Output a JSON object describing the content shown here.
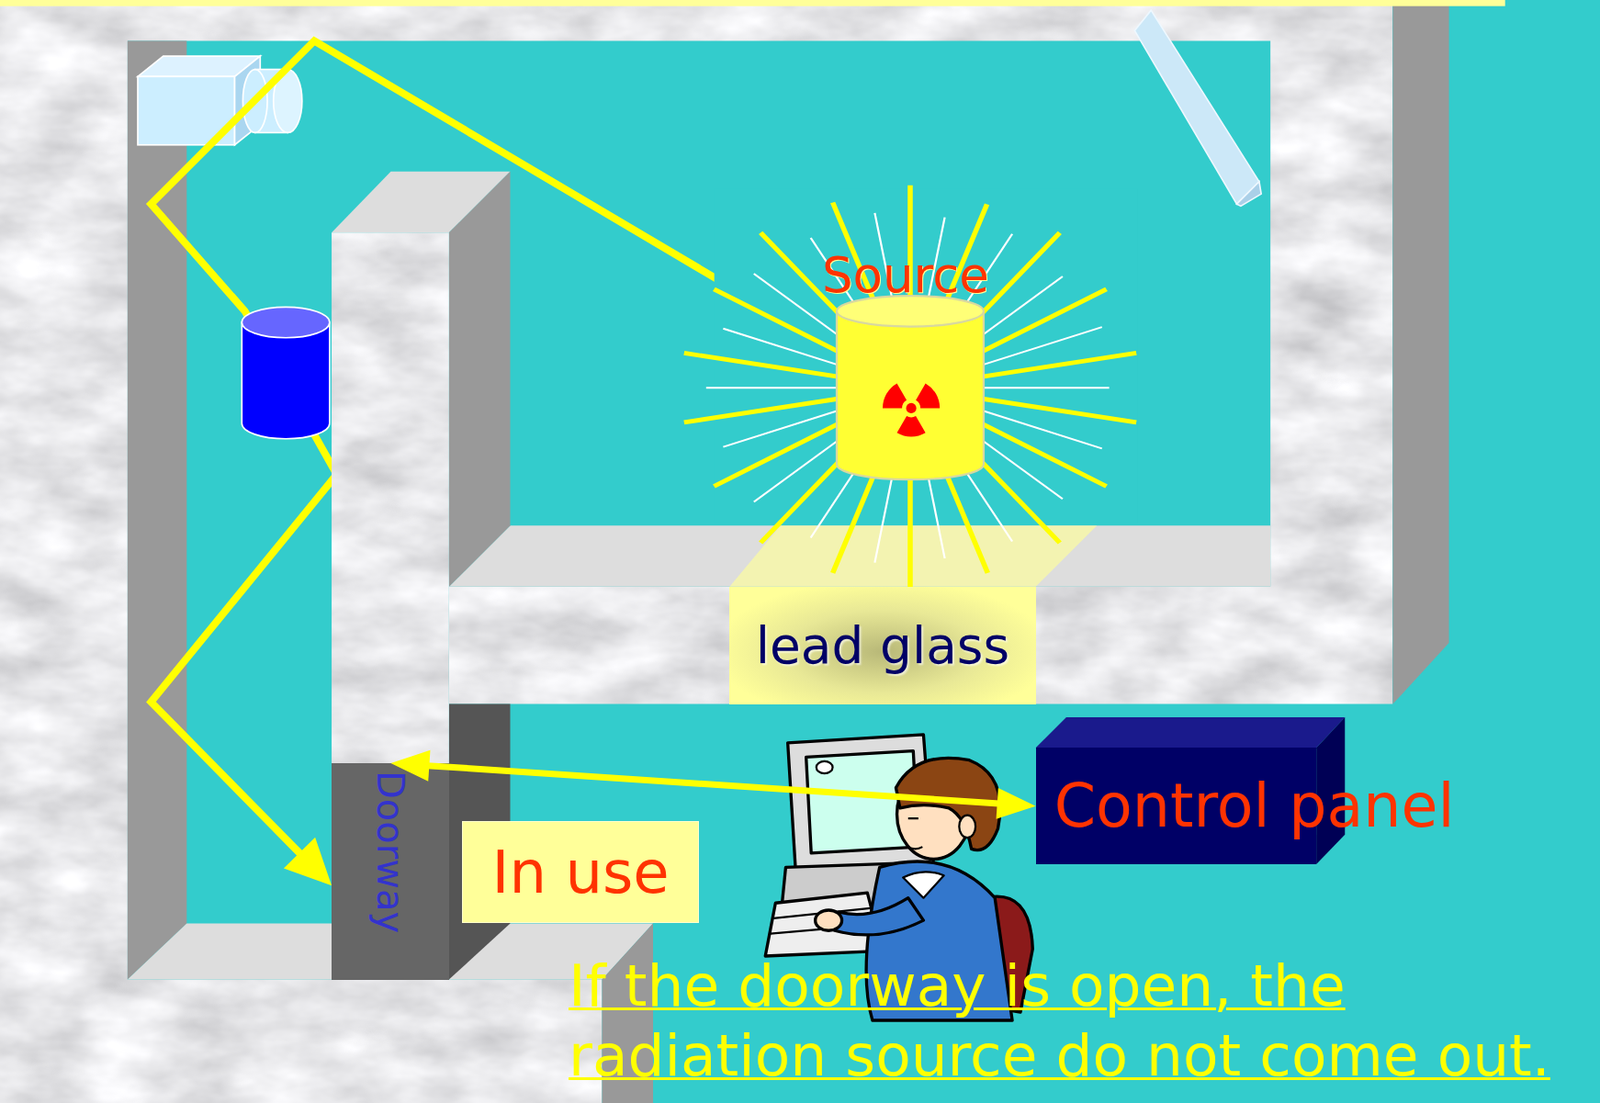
{
  "diagram": {
    "caption": "If the doorway is open, the radiation source do not come out.",
    "nodes": [
      {
        "text": [
          "Source"
        ]
      },
      {
        "text": [
          "lead glass"
        ]
      },
      {
        "text": [
          "Doorway"
        ]
      },
      {
        "text": [
          "In use"
        ]
      },
      {
        "text": [
          "Control panel"
        ]
      }
    ],
    "edges": [
      {
        "from": 0,
        "to": 2,
        "arrow": "to"
      },
      {
        "from": 2,
        "to": 4,
        "arrow": "both"
      }
    ]
  }
}
